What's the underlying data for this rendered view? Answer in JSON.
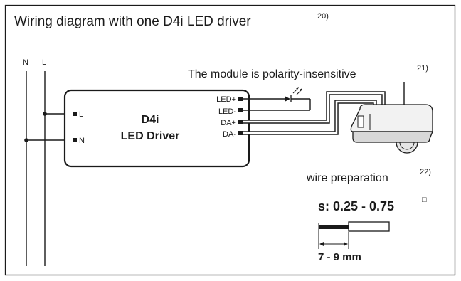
{
  "title": "Wiring diagram with one D4i LED driver",
  "title_footnote": "20)",
  "mains": {
    "neutral_label": "N",
    "live_label": "L"
  },
  "driver": {
    "name_line1": "D4i",
    "name_line2": "LED Driver",
    "input_terminals": [
      "L",
      "N"
    ],
    "output_terminals": [
      "LED+",
      "LED-",
      "DA+",
      "DA-"
    ]
  },
  "module": {
    "note": "The module is polarity-insensitive",
    "footnote": "21)"
  },
  "wire_preparation": {
    "label": "wire preparation",
    "footnote": "22)",
    "cross_section": "s: 0.25 - 0.75",
    "unit_symbol": "□",
    "strip_length": "7 - 9 mm"
  },
  "colors": {
    "line": "#1a1a1a",
    "sensor_body": "#f2f2f2",
    "sensor_shade": "#d8d8d8"
  }
}
